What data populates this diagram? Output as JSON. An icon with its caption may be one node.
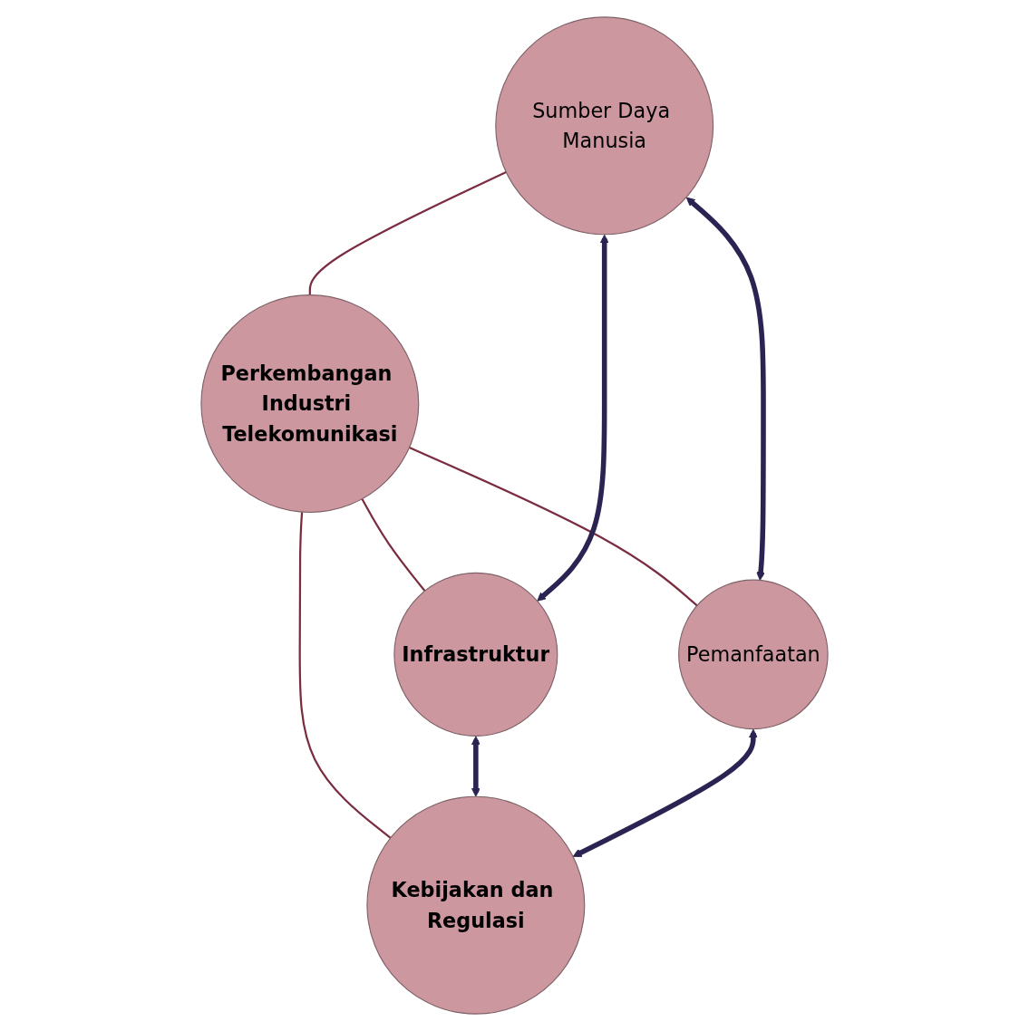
{
  "diagram": {
    "nodes": [
      {
        "text": [
          "Sumber Daya Manusia"
        ]
      },
      {
        "text": [
          "Pemanfaatan"
        ]
      },
      {
        "text": [
          "Perkembangan Industri Telekomunikasi"
        ]
      },
      {
        "text": [
          "Infrastruktur"
        ]
      },
      {
        "text": [
          "Kebijakan dan Regulasi"
        ]
      }
    ],
    "edges": [
      {
        "from": 0,
        "to": 2,
        "arrow": "none",
        "color": "#7b2d40"
      },
      {
        "from": 2,
        "to": 1,
        "arrow": "none",
        "color": "#7b2d40"
      },
      {
        "from": 2,
        "to": 3,
        "arrow": "none",
        "color": "#7b2d40"
      },
      {
        "from": 2,
        "to": 4,
        "arrow": "none",
        "color": "#7b2d40"
      },
      {
        "from": 0,
        "to": 1,
        "arrow": "both",
        "style": "thick",
        "color": "#2b2452"
      },
      {
        "from": 0,
        "to": 3,
        "arrow": "both",
        "style": "thick",
        "color": "#2b2452"
      },
      {
        "from": 3,
        "to": 4,
        "arrow": "both",
        "style": "thick",
        "color": "#2b2452"
      },
      {
        "from": 1,
        "to": 4,
        "arrow": "both",
        "style": "thick",
        "color": "#2b2452"
      }
    ]
  }
}
